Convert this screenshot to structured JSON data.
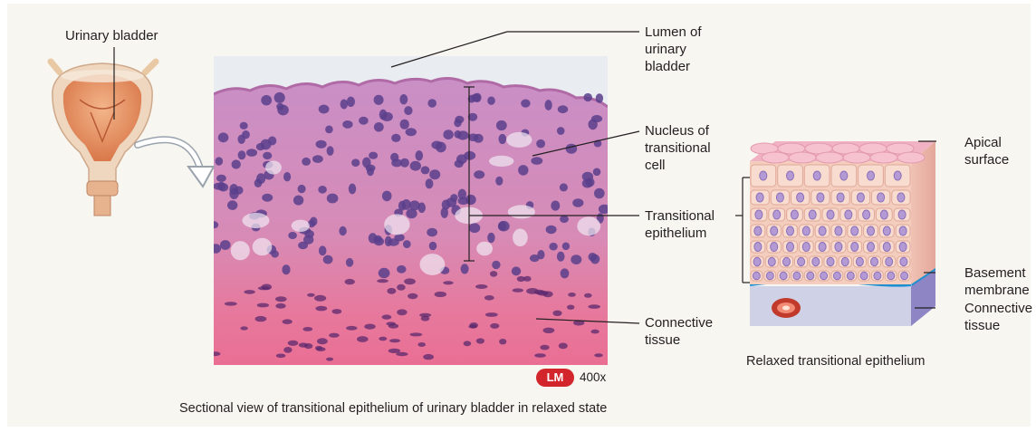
{
  "labels": {
    "urinary_bladder": "Urinary bladder",
    "lumen": "Lumen of\nurinary\nbladder",
    "nucleus": "Nucleus of\ntransitional\ncell",
    "transitional_epithelium": "Transitional\nepithelium",
    "connective_tissue": "Connective\ntissue",
    "apical_surface": "Apical\nsurface",
    "basement_membrane": "Basement\nmembrane",
    "connective_tissue_right": "Connective\ntissue"
  },
  "badge": {
    "text": "LM",
    "magnification": "400x"
  },
  "captions": {
    "micrograph": "Sectional view of transitional epithelium of urinary bladder in relaxed state",
    "model": "Relaxed transitional epithelium"
  },
  "colors": {
    "badge": "#d3262c",
    "basement_membrane": "#1f8fd0",
    "tissue_pink": "#e68aab",
    "nucleus_purple": "#5a3f8c"
  }
}
